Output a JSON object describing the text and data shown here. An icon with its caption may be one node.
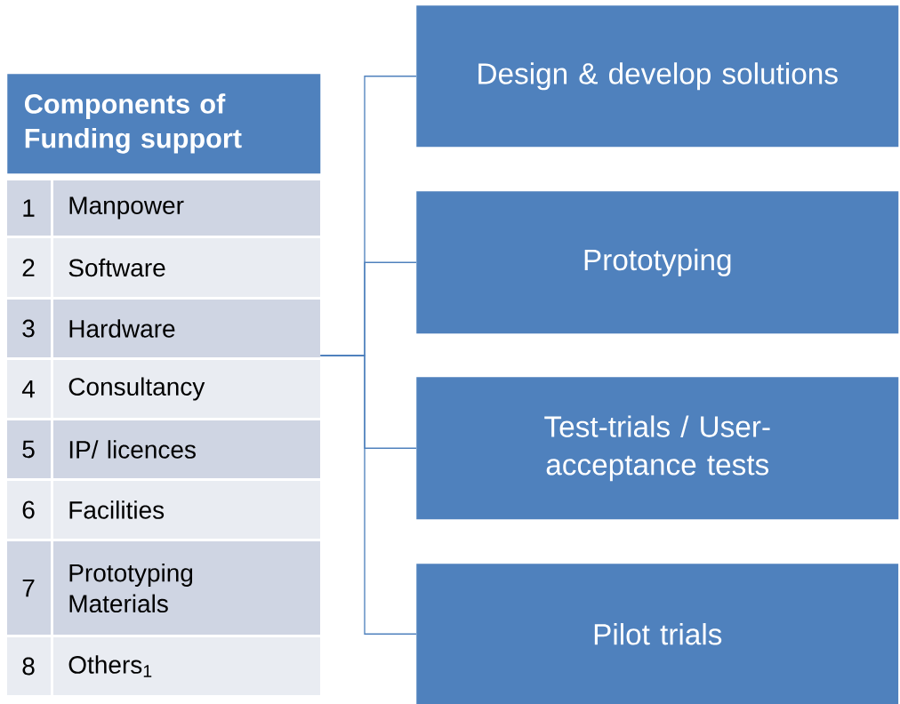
{
  "diagram": {
    "nodes": [
      {
        "text": [
          "Components of Funding support"
        ]
      },
      {
        "text": [
          "Design & develop solutions"
        ]
      },
      {
        "text": [
          "Prototyping"
        ]
      },
      {
        "text": [
          "Test-trials / User-acceptance tests"
        ]
      },
      {
        "text": [
          "Pilot trials"
        ]
      }
    ],
    "edges": [
      {
        "from": 0,
        "to": 1,
        "arrow": "none"
      },
      {
        "from": 0,
        "to": 2,
        "arrow": "none"
      },
      {
        "from": 0,
        "to": 3,
        "arrow": "none"
      },
      {
        "from": 0,
        "to": 4,
        "arrow": "none"
      }
    ],
    "labels": [
      "1",
      "Manpower",
      "2",
      "Software",
      "3",
      "Hardware",
      "4",
      "Consultancy",
      "5",
      "IP/ licences",
      "6",
      "Facilities",
      "7",
      "Prototyping Materials",
      "8",
      "Others$_{1}$"
    ]
  }
}
